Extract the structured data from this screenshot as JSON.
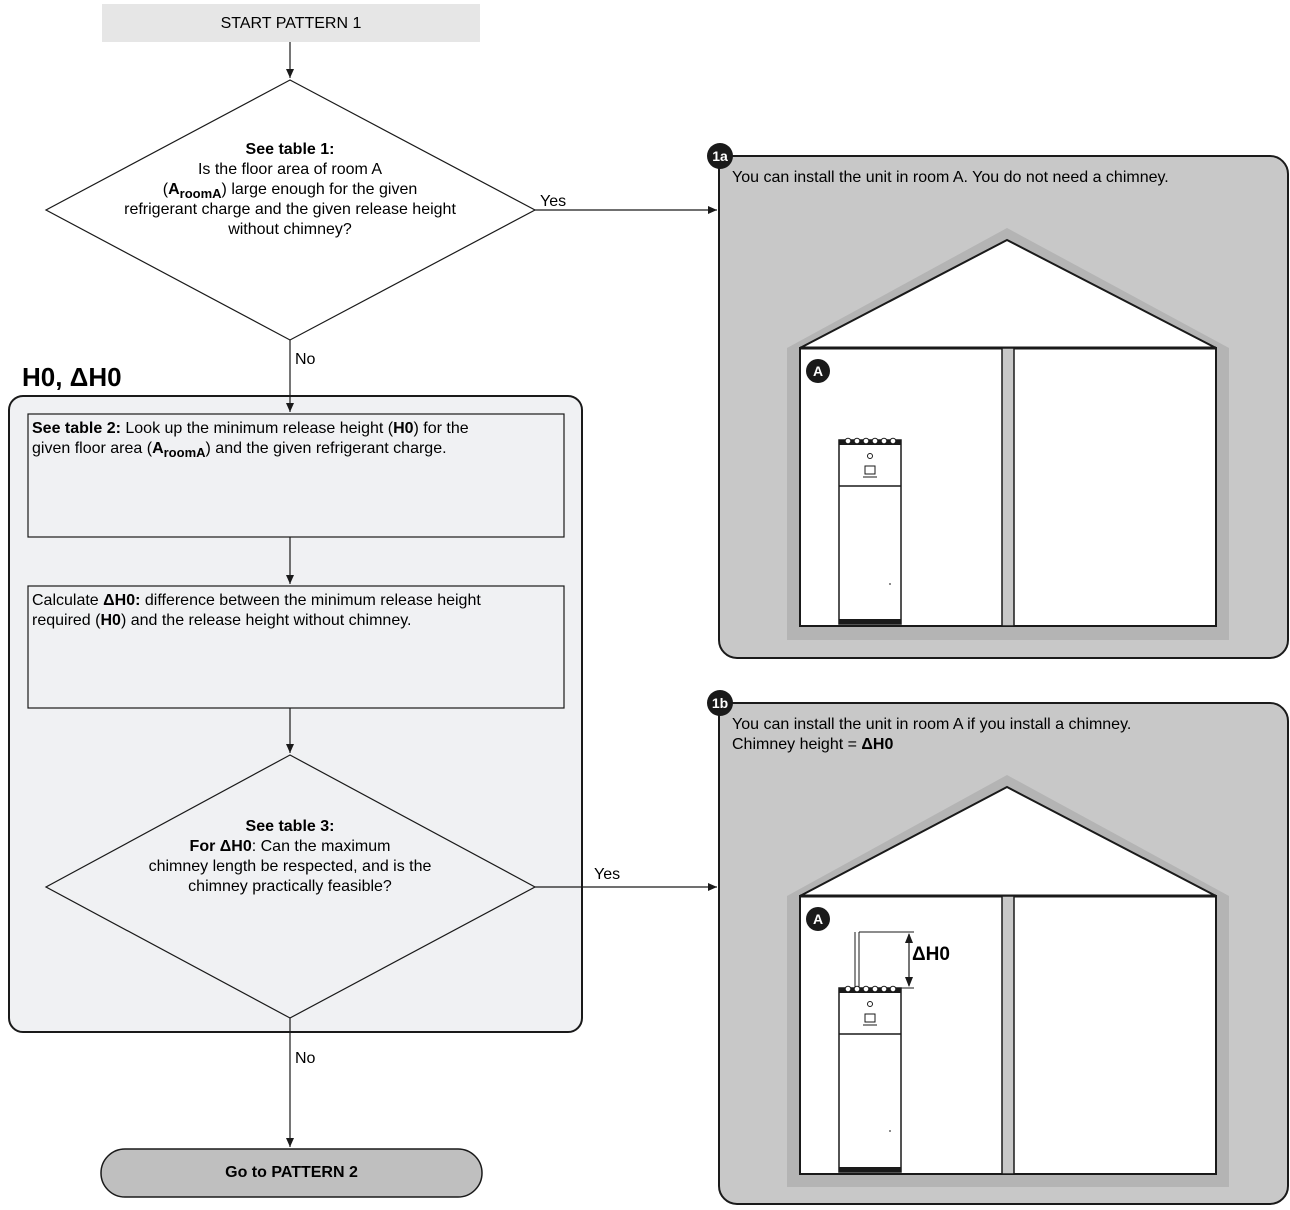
{
  "start": {
    "label": "START PATTERN 1"
  },
  "decision1": {
    "heading": "See table 1:",
    "line1": "Is the floor area of room A",
    "line2_pre": "(",
    "line2_a": "A",
    "line2_sub": "roomA",
    "line2_post": ") large enough for the given",
    "line3": "refrigerant charge and the given release height",
    "line4": "without chimney?",
    "yes_label": "Yes",
    "no_label": "No"
  },
  "group": {
    "title": "H0, ΔH0",
    "step1": {
      "bold": "See table 2:",
      "text1": " Look up the minimum release height (",
      "h0": "H0",
      "text2": ") for the",
      "text3": "given floor area (",
      "a": "A",
      "sub": "roomA",
      "text4": ") and the given refrigerant charge."
    },
    "step2": {
      "text1": "Calculate ",
      "bold1": "ΔH0:",
      "text2": " difference between the minimum release height",
      "text3": "required (",
      "bold2": "H0",
      "text4": ") and the release height without chimney."
    },
    "decision2": {
      "heading": "See table 3:",
      "line1_bold": "For ΔH0",
      "line1_rest": ": Can the maximum",
      "line2": "chimney length be respected, and is the",
      "line3": "chimney practically feasible?",
      "yes_label": "Yes",
      "no_label": "No"
    }
  },
  "end": {
    "label": "Go to PATTERN 2"
  },
  "result1a": {
    "badge": "1a",
    "text": "You can install the unit in room A. You do not need a chimney.",
    "room_marker": "A"
  },
  "result1b": {
    "badge": "1b",
    "text1": "You can install the unit in room A if you install a chimney.",
    "text2_pre": "Chimney height = ",
    "text2_bold": "ΔH0",
    "room_marker": "A",
    "dim_label": "ΔH0"
  },
  "colors": {
    "panel_gray": "#c8c8c8",
    "light_panel": "#f0f1f3",
    "house_band": "#b4b4b4",
    "terminal_gray": "#e6e6e6",
    "end_gray": "#bfbfbf",
    "ink": "#1a1a1a"
  }
}
